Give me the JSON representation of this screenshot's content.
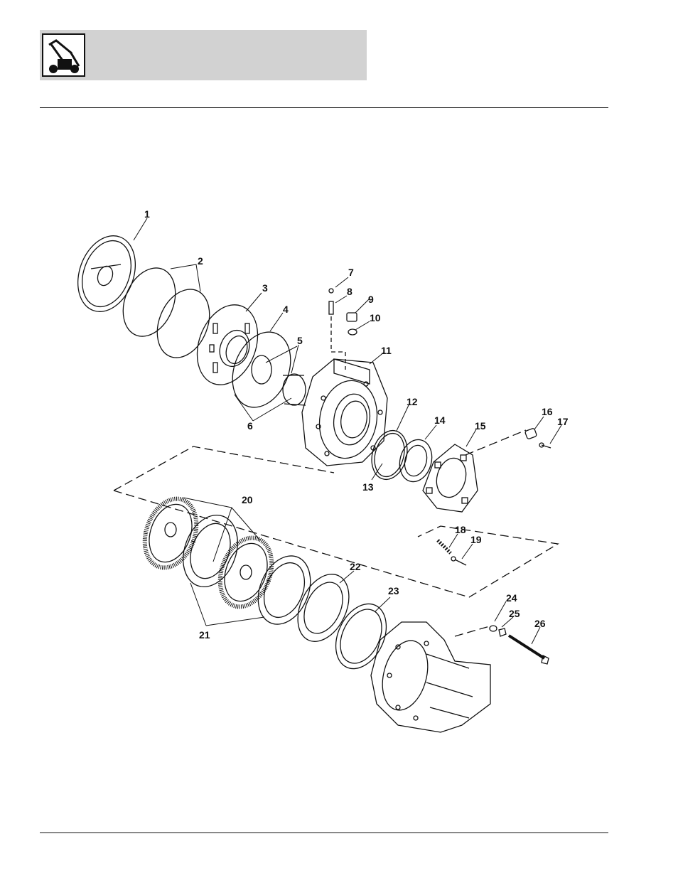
{
  "header": {
    "icon": "tractor-loader-icon",
    "colors": {
      "band": "#d2d2d2",
      "line": "#111111"
    }
  },
  "diagram": {
    "callouts": {
      "c1": "1",
      "c2": "2",
      "c3": "3",
      "c4": "4",
      "c5": "5",
      "c6": "6",
      "c7": "7",
      "c8": "8",
      "c9": "9",
      "c10": "10",
      "c11": "11",
      "c12": "12",
      "c13": "13",
      "c14": "14",
      "c15": "15",
      "c16": "16",
      "c17": "17",
      "c18": "18",
      "c19": "19",
      "c20": "20",
      "c21": "21",
      "c22": "22",
      "c23": "23",
      "c24": "24",
      "c25": "25",
      "c26": "26"
    }
  }
}
